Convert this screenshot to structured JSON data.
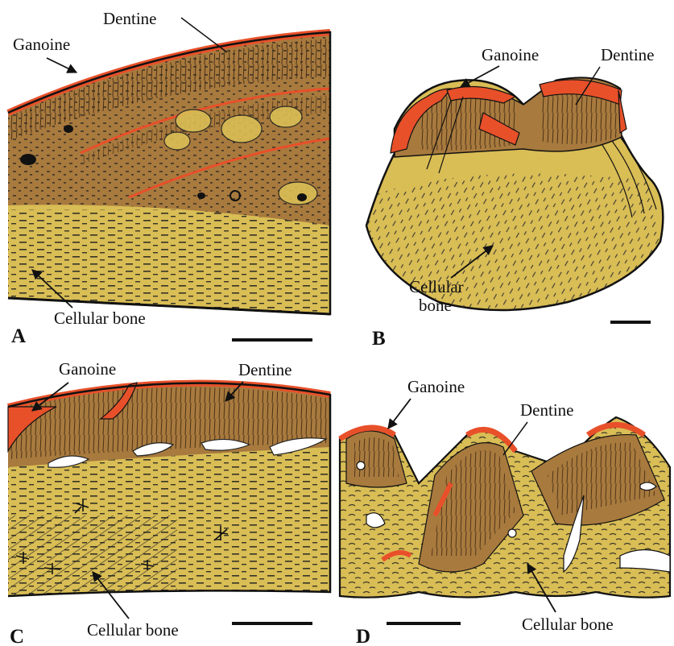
{
  "panels": {
    "A": {
      "letter": "A",
      "labels": {
        "ganoine": "Ganoine",
        "dentine": "Dentine",
        "bone": "Cellular bone"
      }
    },
    "B": {
      "letter": "B",
      "labels": {
        "ganoine": "Ganoine",
        "dentine": "Dentine",
        "bone_line1": "Cellular",
        "bone_line2": "bone"
      }
    },
    "C": {
      "letter": "C",
      "labels": {
        "ganoine": "Ganoine",
        "dentine": "Dentine",
        "bone": "Cellular bone"
      }
    },
    "D": {
      "letter": "D",
      "labels": {
        "ganoine": "Ganoine",
        "dentine": "Dentine",
        "bone": "Cellular bone"
      }
    }
  },
  "colors": {
    "ganoine": "#e8502a",
    "dentine": "#a87a3e",
    "dentine_dark": "#8a5a2b",
    "bone": "#d9bd55",
    "outline": "#111111"
  }
}
